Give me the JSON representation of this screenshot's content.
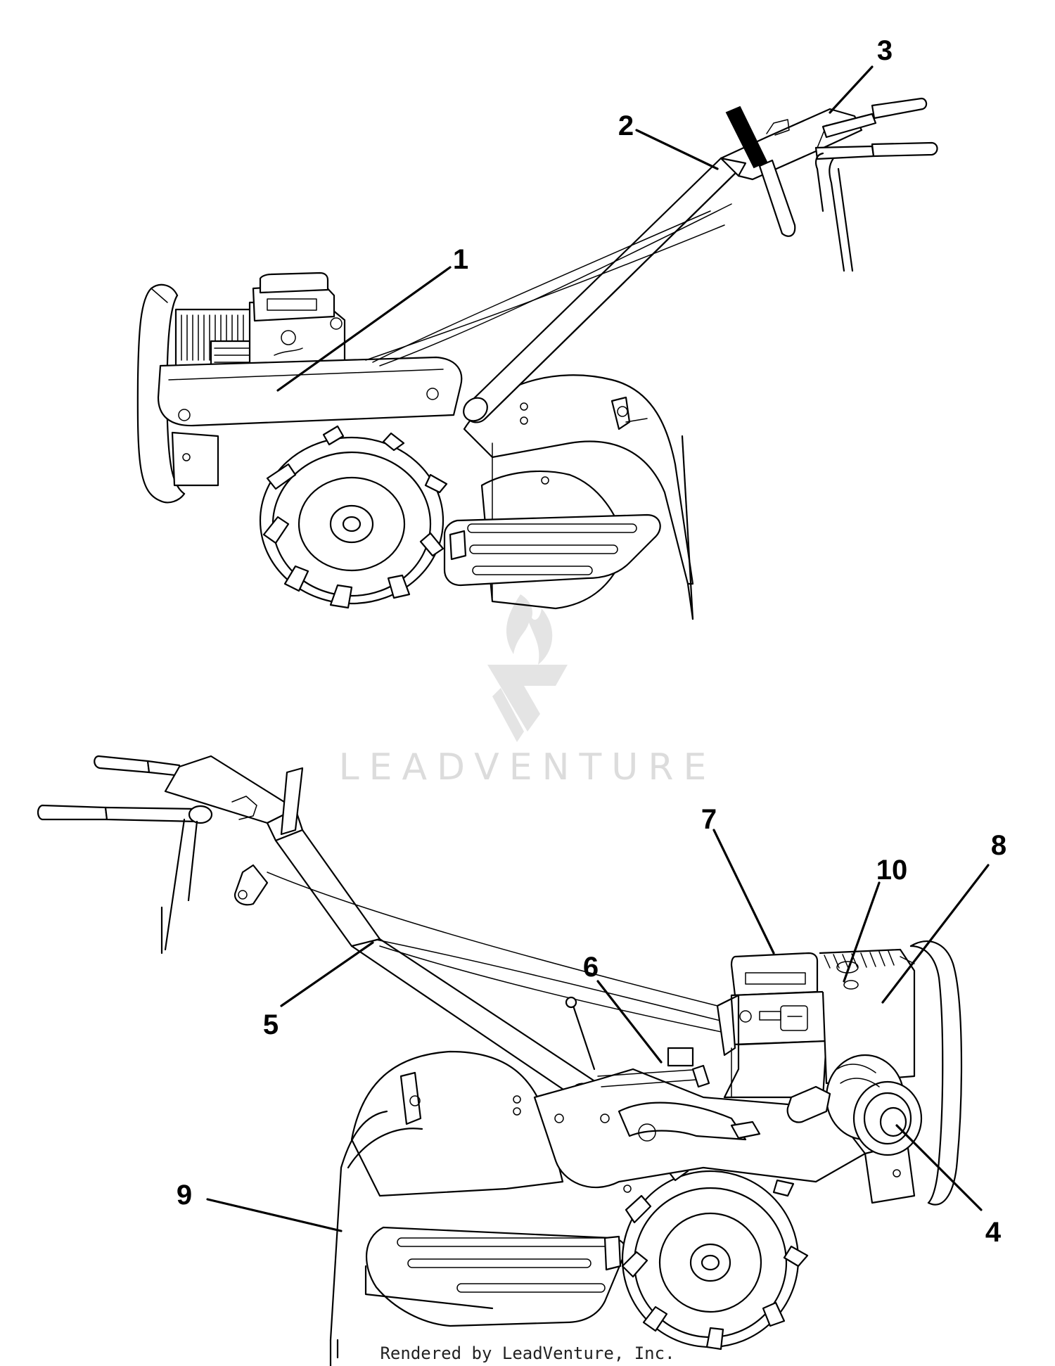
{
  "callouts": [
    "1",
    "2",
    "3",
    "4",
    "5",
    "6",
    "7",
    "8",
    "9",
    "10"
  ],
  "watermark": {
    "text": "LEADVENTURE",
    "color": "#dcdcdc"
  },
  "footer": "Rendered by LeadVenture, Inc.",
  "line_color": "#000000",
  "highlight_part": "upper-grip-black"
}
